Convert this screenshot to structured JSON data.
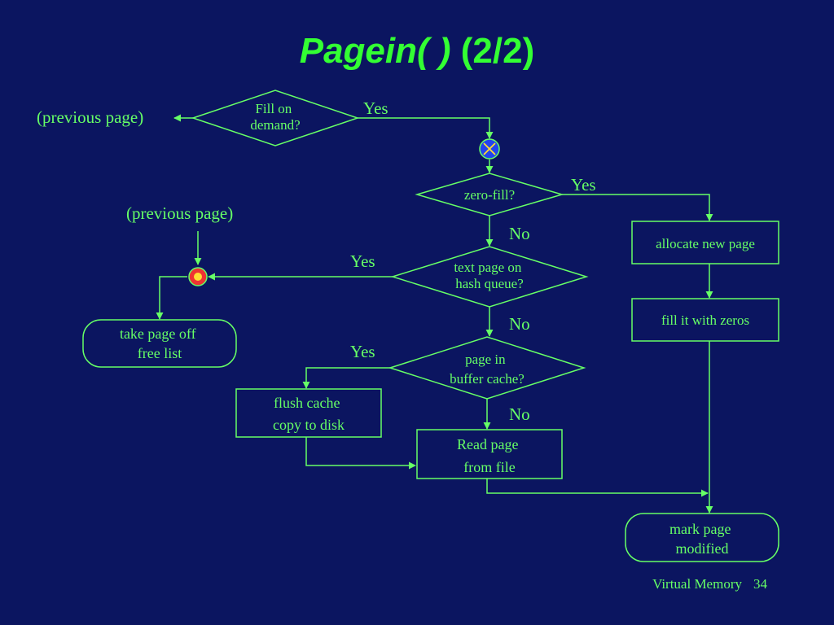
{
  "title": {
    "main": "Pagein( )",
    "part": "(2/2)"
  },
  "nodes": {
    "fill_on_demand": [
      "Fill on",
      "demand?"
    ],
    "zero_fill": [
      "zero-fill?"
    ],
    "text_page": [
      "text page on",
      "hash queue?"
    ],
    "page_in_buffer": [
      "page in",
      "buffer cache?"
    ],
    "allocate": [
      "allocate new page"
    ],
    "fill_zeros": [
      "fill it with zeros"
    ],
    "take_page": [
      "take page off",
      "free list"
    ],
    "flush_cache": [
      "flush cache",
      "copy to disk"
    ],
    "read_page": [
      "Read page",
      "from file"
    ],
    "mark_page": [
      "mark page",
      "modified"
    ]
  },
  "labels": {
    "prev_page_top": "(previous page)",
    "prev_page_mid": "(previous page)",
    "yes1": "Yes",
    "yes2": "Yes",
    "yes3": "Yes",
    "yes4": "Yes",
    "no1": "No",
    "no2": "No",
    "no3": "No"
  },
  "colors": {
    "background": "#0b1560",
    "line": "#66ff66",
    "title": "#33ff33",
    "connector_blue": "#2244ee",
    "connector_red": "#ee3333",
    "connector_yellow": "#ffdd33"
  },
  "footer": {
    "label": "Virtual Memory",
    "page": "34"
  }
}
